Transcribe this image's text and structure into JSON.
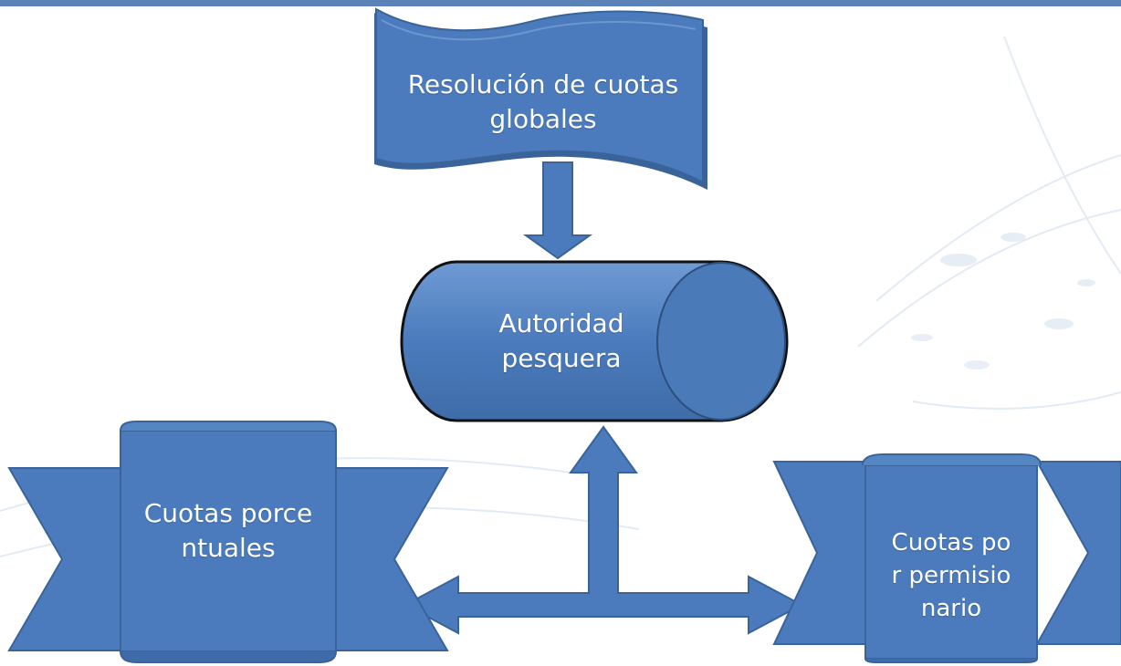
{
  "colors": {
    "shape_fill": "#4b7bbd",
    "shape_stroke": "#3a6499",
    "top_bar": "#5b83b7",
    "text": "#ffffff"
  },
  "nodes": {
    "resolucion": {
      "line1": "Resolución de cuotas",
      "line2": "globales"
    },
    "autoridad": {
      "line1": "Autoridad",
      "line2": "pesquera"
    },
    "porcentuales": {
      "line1": "Cuotas porce",
      "line2": "ntuales"
    },
    "permisionario": {
      "line1": "Cuotas po",
      "line2": "r permisio",
      "line3": "nario"
    }
  }
}
